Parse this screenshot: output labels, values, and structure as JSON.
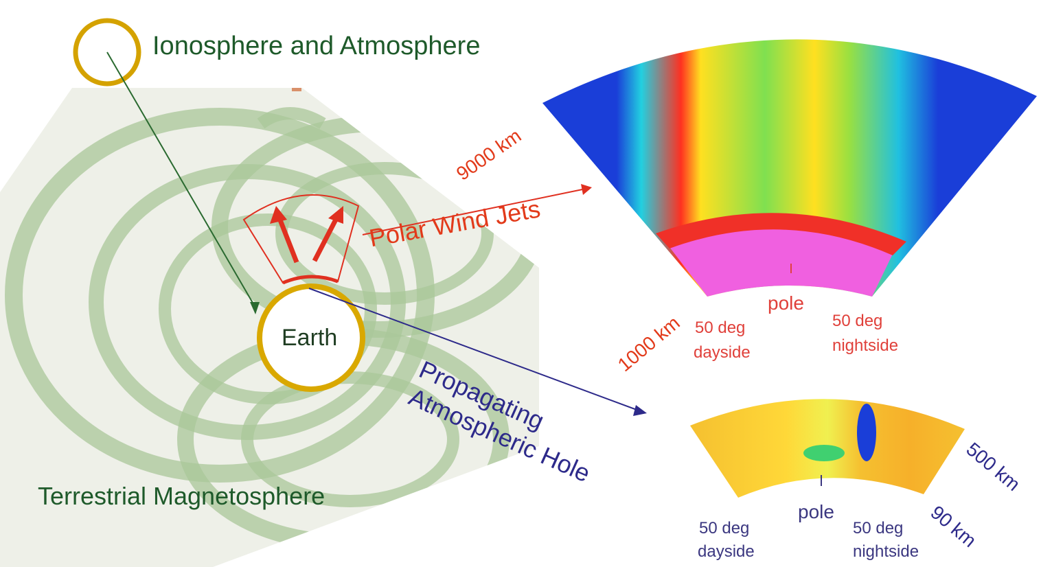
{
  "labels": {
    "ionosphere": "Ionosphere and Atmosphere",
    "magnetosphere": "Terrestrial Magnetosphere",
    "earth": "Earth",
    "polar_wind": "Polar Wind Jets",
    "hole_line1": "Propagating",
    "hole_line2": "Atmospheric Hole"
  },
  "upper_panel": {
    "top_altitude": "9000 km",
    "bottom_altitude": "1000 km",
    "center": "pole",
    "left_line1": "50 deg",
    "left_line2": "dayside",
    "right_line1": "50 deg",
    "right_line2": "nightside"
  },
  "lower_panel": {
    "top_altitude": "500 km",
    "bottom_altitude": "90 km",
    "center": "pole",
    "left_line1": "50 deg",
    "left_line2": "dayside",
    "right_line1": "50 deg",
    "right_line2": "nightside"
  },
  "colors": {
    "label_green": "#1e5a2a",
    "label_red": "#e23a1a",
    "label_navy": "#2d2a8a",
    "earth_ring": "#d9a800",
    "field_lines": "#9fbf8c"
  }
}
